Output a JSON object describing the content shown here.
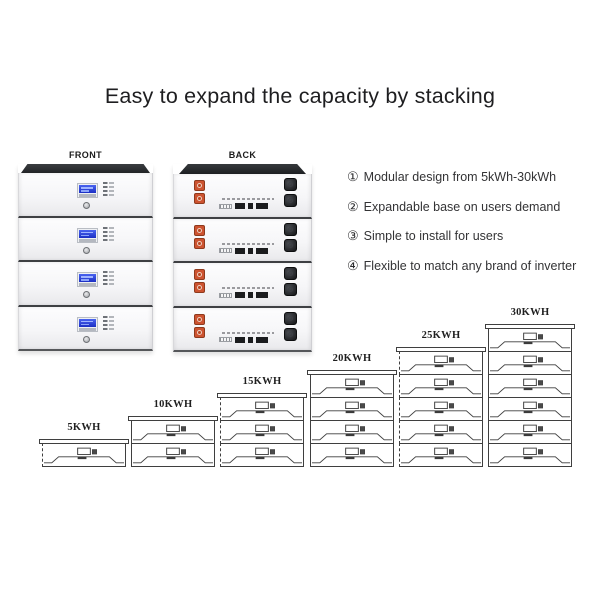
{
  "title": "Easy to expand the capacity by stacking",
  "views": {
    "front_label": "FRONT",
    "back_label": "BACK"
  },
  "features": [
    {
      "num": "①",
      "text": "Modular design from 5kWh-30kWh"
    },
    {
      "num": "②",
      "text": "Expandable base on users demand"
    },
    {
      "num": "③",
      "text": "Simple to install for users"
    },
    {
      "num": "④",
      "text": "Flexible to match any brand of inverter"
    }
  ],
  "front_stack": {
    "module_count": 4
  },
  "back_stack": {
    "module_count": 4
  },
  "capacity_stacks": [
    {
      "label": "5KWH",
      "units": 1
    },
    {
      "label": "10KWH",
      "units": 2
    },
    {
      "label": "15KWH",
      "units": 3
    },
    {
      "label": "20KWH",
      "units": 4
    },
    {
      "label": "25KWH",
      "units": 5
    },
    {
      "label": "30KWH",
      "units": 6
    }
  ],
  "colors": {
    "lcd_blue": "#2438d0",
    "terminal_orange": "#cd5330",
    "cap_dark": "#2a2d30",
    "line_art": "#3f3f3f",
    "text_dark": "#222222"
  }
}
